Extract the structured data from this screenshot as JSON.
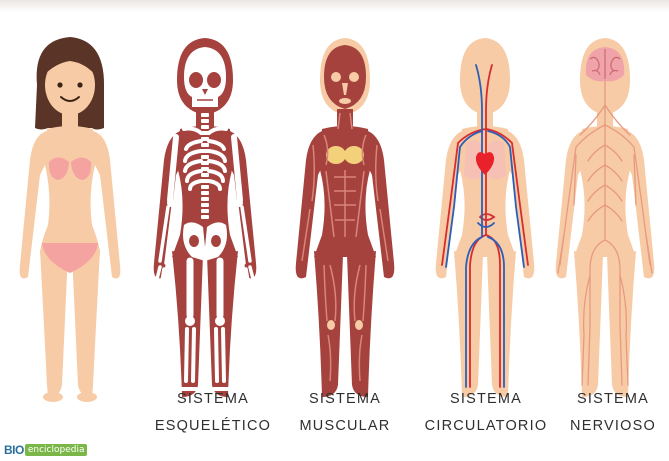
{
  "panels": [
    {
      "id": "woman",
      "line1": "",
      "line2": ""
    },
    {
      "id": "skeletal",
      "line1": "SISTEMA",
      "line2": "ESQUELÉTICO"
    },
    {
      "id": "muscular",
      "line1": "SISTEMA",
      "line2": "MUSCULAR"
    },
    {
      "id": "circulatory",
      "line1": "SISTEMA",
      "line2": "CIRCULATORIO"
    },
    {
      "id": "nervous",
      "line1": "SISTEMA",
      "line2": "NERVIOSO"
    }
  ],
  "logo": {
    "prefix": "BIO",
    "suffix": "enciclopedia"
  },
  "colors": {
    "skin": "#f7cba5",
    "hair": "#5a3426",
    "bikini": "#f4a3a0",
    "tissue": "#a5423e",
    "breast": "#f3d07a",
    "artery": "#d62d30",
    "vein": "#2c5fb8",
    "heart": "#e8212a",
    "nerve": "#e89a80",
    "brain": "#f0a3a8"
  }
}
